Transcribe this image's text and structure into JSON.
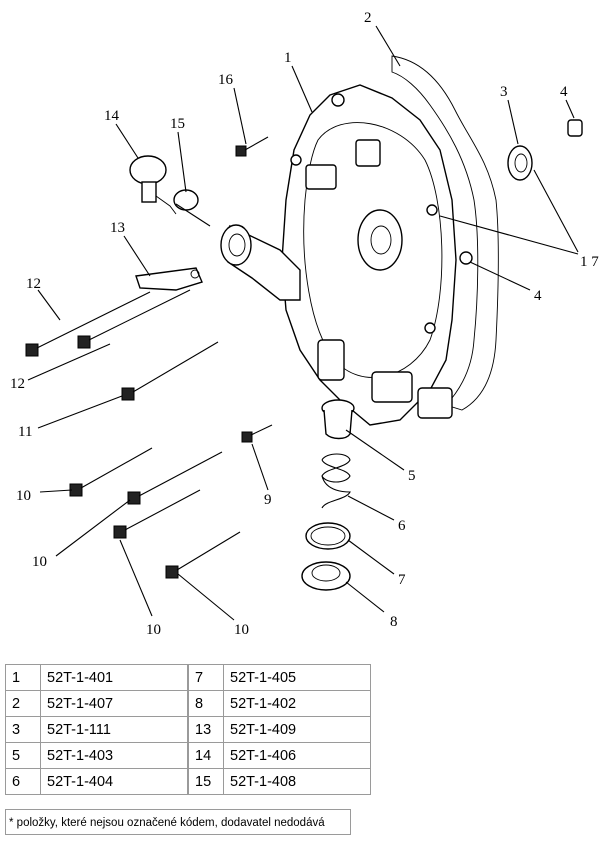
{
  "callouts": {
    "c1": "1",
    "c2": "2",
    "c3": "3",
    "c4a": "4",
    "c4b": "4",
    "c5": "5",
    "c6": "6",
    "c7": "7",
    "c8": "8",
    "c9": "9",
    "c10a": "10",
    "c10b": "10",
    "c10c": "10",
    "c10d": "10",
    "c11": "11",
    "c12a": "12",
    "c12b": "12",
    "c13": "13",
    "c14": "14",
    "c15": "15",
    "c16": "16",
    "c17": "1 7"
  },
  "parts_table": {
    "rows": [
      {
        "left_num": "1",
        "left_code": "52T-1-401",
        "right_num": "7",
        "right_code": "52T-1-405"
      },
      {
        "left_num": "2",
        "left_code": "52T-1-407",
        "right_num": "8",
        "right_code": "52T-1-402"
      },
      {
        "left_num": "3",
        "left_code": "52T-1-111",
        "right_num": "13",
        "right_code": "52T-1-409"
      },
      {
        "left_num": "5",
        "left_code": "52T-1-403",
        "right_num": "14",
        "right_code": "52T-1-406"
      },
      {
        "left_num": "6",
        "left_code": "52T-1-404",
        "right_num": "15",
        "right_code": "52T-1-408"
      }
    ]
  },
  "footnote": "* položky, které nejsou označené kódem, dodavatel nedodává"
}
